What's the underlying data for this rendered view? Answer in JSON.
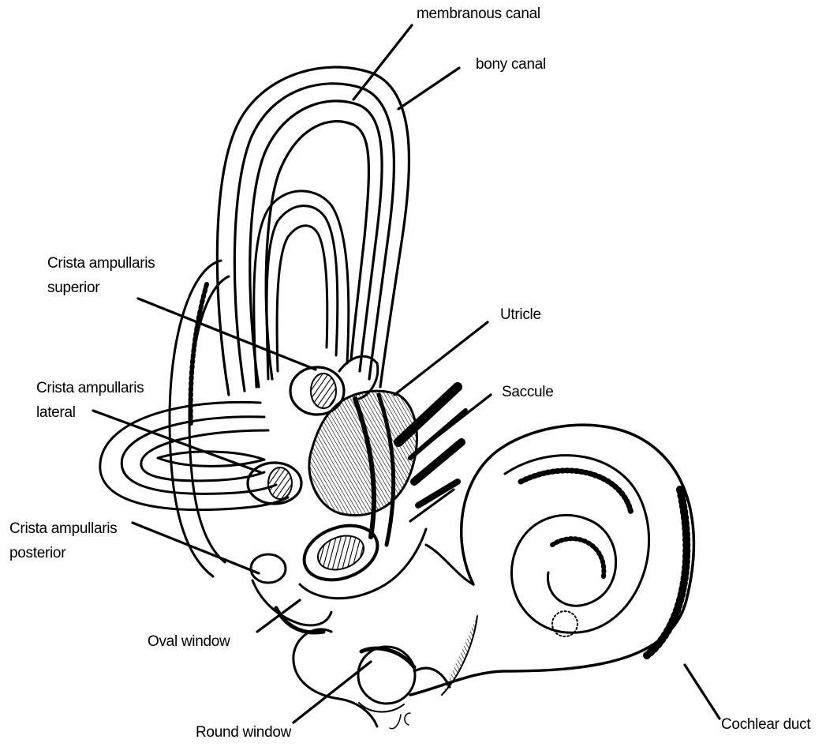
{
  "labels": {
    "membranous_canal": "membranous canal",
    "bony_canal": "bony canal",
    "crista_superior_line1": "Crista ampullaris",
    "crista_superior_line2": "superior",
    "utricle": "Utricle",
    "crista_lateral_line1": "Crista ampullaris",
    "crista_lateral_line2": "lateral",
    "saccule": "Saccule",
    "crista_posterior_line1": "Crista ampullaris",
    "crista_posterior_line2": "posterior",
    "oval_window": "Oval window",
    "round_window": "Round window",
    "cochlear_duct": "Cochlear duct"
  },
  "signature": "JC",
  "colors": {
    "ink": "#000000",
    "background": "#ffffff"
  }
}
